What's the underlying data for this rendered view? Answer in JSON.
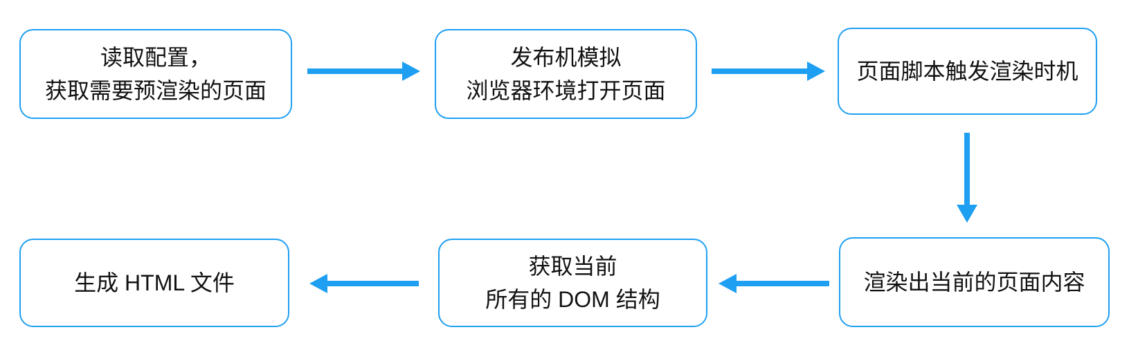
{
  "diagram": {
    "type": "flowchart",
    "background": "#ffffff",
    "accent_color": "#1e9ff2",
    "text_color": "#111111",
    "nodes": [
      {
        "id": "read-config",
        "line1": "读取配置，",
        "line2": "获取需要预渲染的页面"
      },
      {
        "id": "simulate-browser",
        "line1": "发布机模拟",
        "line2": "浏览器环境打开页面"
      },
      {
        "id": "trigger-render",
        "line1": "页面脚本触发渲染时机"
      },
      {
        "id": "render-content",
        "line1": "渲染出当前的页面内容"
      },
      {
        "id": "get-dom",
        "line1": "获取当前",
        "line2": "所有的 DOM 结构"
      },
      {
        "id": "generate-html",
        "line1": "生成 HTML 文件"
      }
    ],
    "edges": [
      {
        "from": "read-config",
        "to": "simulate-browser",
        "direction": "right"
      },
      {
        "from": "simulate-browser",
        "to": "trigger-render",
        "direction": "right"
      },
      {
        "from": "trigger-render",
        "to": "render-content",
        "direction": "down"
      },
      {
        "from": "render-content",
        "to": "get-dom",
        "direction": "left"
      },
      {
        "from": "get-dom",
        "to": "generate-html",
        "direction": "left"
      }
    ]
  }
}
